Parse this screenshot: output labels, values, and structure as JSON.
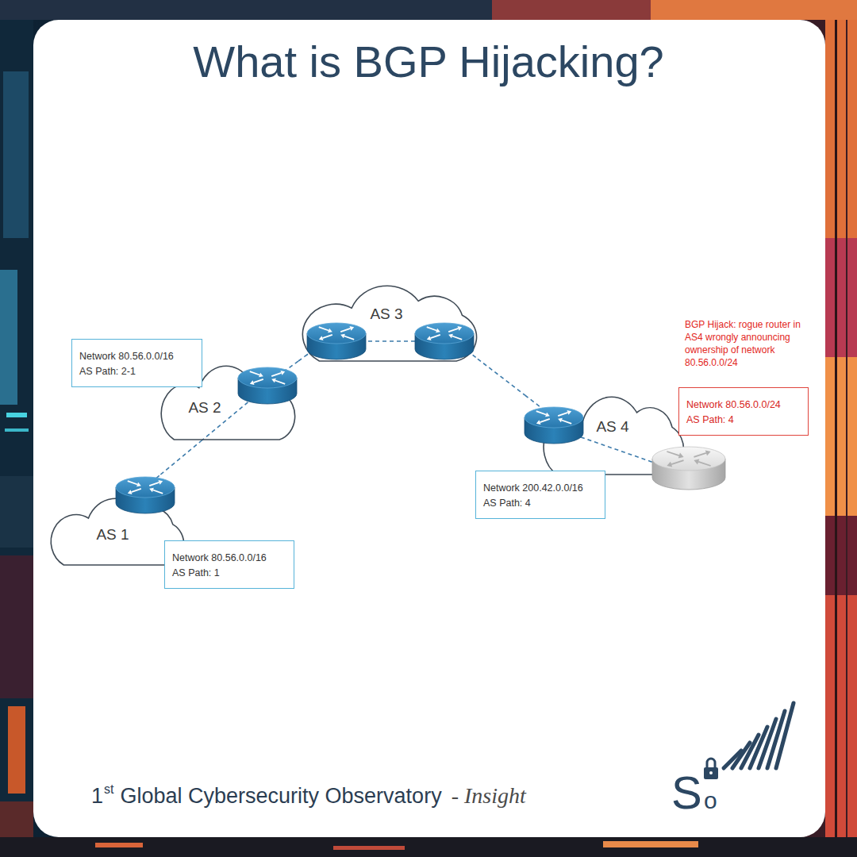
{
  "diagram": {
    "title": "What is BGP Hijacking?",
    "nodes": [
      {
        "text": [
          "AS 3"
        ]
      },
      {
        "text": [
          "Network 80.56.0.0/16",
          "AS Path: 2-1"
        ]
      },
      {
        "text": [
          "AS 2"
        ]
      },
      {
        "text": [
          "Network 80.56.0.0/24",
          "AS Path: 4"
        ]
      },
      {
        "text": [
          "AS 4"
        ]
      },
      {
        "text": [
          "Network 200.42.0.0/16",
          "AS Path: 4"
        ]
      },
      {
        "text": [
          "AS 1"
        ]
      },
      {
        "text": [
          "Network 80.56.0.0/16",
          "AS Path: 1"
        ]
      }
    ],
    "edges": [
      {
        "from": 6,
        "to": 2,
        "arrow": "none"
      },
      {
        "from": 2,
        "to": 0,
        "arrow": "none"
      },
      {
        "from": 0,
        "to": 4,
        "arrow": "none"
      }
    ],
    "labels": [
      "BGP Hijack: rogue router in AS4 wrongly announcing ownership of network 80.56.0.0/24",
      "1",
      "st",
      "Global Cybersecurity Observatory",
      "- Insight",
      "S",
      "o"
    ]
  }
}
